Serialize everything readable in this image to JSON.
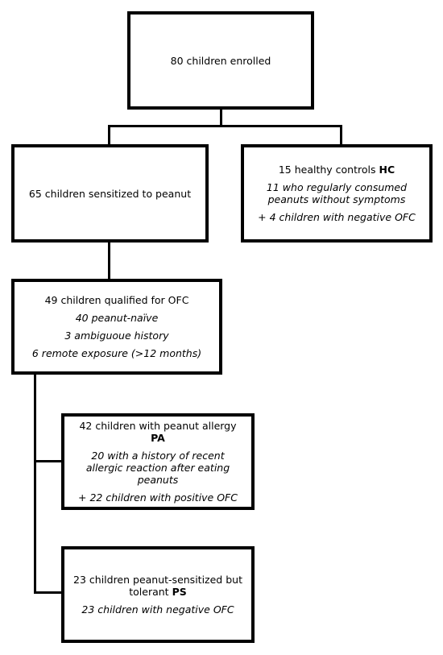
{
  "diagram": {
    "enrolled": {
      "text": "80 children enrolled"
    },
    "sensitized": {
      "text": "65 children sensitized to peanut"
    },
    "controls": {
      "title": "15 healthy controls",
      "code": "HC",
      "line1": "11 who regularly consumed peanuts without symptoms",
      "line2": "+ 4 children with negative OFC"
    },
    "qualified": {
      "title": "49 children qualified for OFC",
      "line1": "40 peanut-naïve",
      "line2": "3 ambiguoue history",
      "line3": "6 remote exposure (>12 months)"
    },
    "allergy": {
      "title": "42 children with peanut allergy",
      "code": "PA",
      "line1": "20 with a history of recent allergic reaction after eating peanuts",
      "line2": "+ 22 children with positive OFC"
    },
    "tolerant": {
      "title": "23 children peanut-sensitized but tolerant",
      "code": "PS",
      "line1": "23 children with negative OFC"
    }
  }
}
